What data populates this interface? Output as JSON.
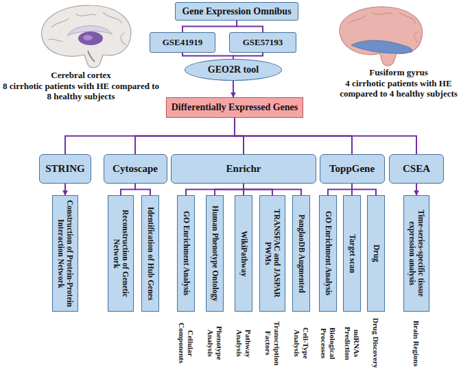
{
  "diagram": {
    "nodes": [
      {
        "text": [
          "Gene Expression Omnibus"
        ]
      },
      {
        "text": [
          "GSE41919"
        ]
      },
      {
        "text": [
          "GSE57193"
        ]
      },
      {
        "text": [
          "GEO2R tool"
        ]
      },
      {
        "text": [
          "Differentially Expressed Genes"
        ]
      },
      {
        "text": [
          "STRING"
        ]
      },
      {
        "text": [
          "Cytoscape"
        ]
      },
      {
        "text": [
          "Enrichr"
        ]
      },
      {
        "text": [
          "ToppGene"
        ]
      },
      {
        "text": [
          "CSEA"
        ]
      },
      {
        "text": [
          "Construction of Protein-Protein Interaction Network"
        ]
      },
      {
        "text": [
          "Reconstruction of Genetic Network"
        ]
      },
      {
        "text": [
          "Identification of Hub Genes"
        ]
      },
      {
        "text": [
          "GO Enrichment Analysis"
        ]
      },
      {
        "text": [
          "Human Phenotype Ontology"
        ]
      },
      {
        "text": [
          "WikiPathway"
        ]
      },
      {
        "text": [
          "TRANSFAC and JASPAR PWMs"
        ]
      },
      {
        "text": [
          "PanglaoDB Augmented"
        ]
      },
      {
        "text": [
          "GO Enrichment Analysis"
        ]
      },
      {
        "text": [
          "Target scan"
        ]
      },
      {
        "text": [
          "Drug"
        ]
      },
      {
        "text": [
          "Time-series-specific tissue expression analysis"
        ]
      }
    ],
    "edges": [
      {
        "from": 0,
        "to": 1,
        "arrow": "none"
      },
      {
        "from": 0,
        "to": 2,
        "arrow": "none"
      },
      {
        "from": 1,
        "to": 3,
        "arrow": "none"
      },
      {
        "from": 2,
        "to": 3,
        "arrow": "none"
      },
      {
        "from": 3,
        "to": 4,
        "arrow": "to"
      },
      {
        "from": 4,
        "to": 5,
        "arrow": "none"
      },
      {
        "from": 4,
        "to": 6,
        "arrow": "none"
      },
      {
        "from": 4,
        "to": 7,
        "arrow": "none"
      },
      {
        "from": 4,
        "to": 8,
        "arrow": "none"
      },
      {
        "from": 4,
        "to": 9,
        "arrow": "none"
      },
      {
        "from": 5,
        "to": 10,
        "arrow": "to"
      },
      {
        "from": 6,
        "to": 11,
        "arrow": "none"
      },
      {
        "from": 6,
        "to": 12,
        "arrow": "none"
      },
      {
        "from": 7,
        "to": 13,
        "arrow": "none"
      },
      {
        "from": 7,
        "to": 14,
        "arrow": "none"
      },
      {
        "from": 7,
        "to": 15,
        "arrow": "none"
      },
      {
        "from": 7,
        "to": 16,
        "arrow": "none"
      },
      {
        "from": 7,
        "to": 17,
        "arrow": "none"
      },
      {
        "from": 8,
        "to": 18,
        "arrow": "none"
      },
      {
        "from": 8,
        "to": 19,
        "arrow": "none"
      },
      {
        "from": 8,
        "to": 20,
        "arrow": "none"
      },
      {
        "from": 9,
        "to": 21,
        "arrow": "to"
      }
    ],
    "labels": [
      "Cerebral cortex",
      "8 cirrhotic patients with HE compared to 8 healthy subjects",
      "Fusiform gyrus",
      "4 cirrhotic patients with HE compared to 4 healthy subjects",
      "Cellular Components",
      "Phenotype Analysis",
      "Pathway Analysis",
      "Transcription Factors",
      "Cell-Type Analysis",
      "Biological Processes",
      "miRNAs Prediction",
      "Drug Discovery",
      "Brain Regions"
    ]
  }
}
